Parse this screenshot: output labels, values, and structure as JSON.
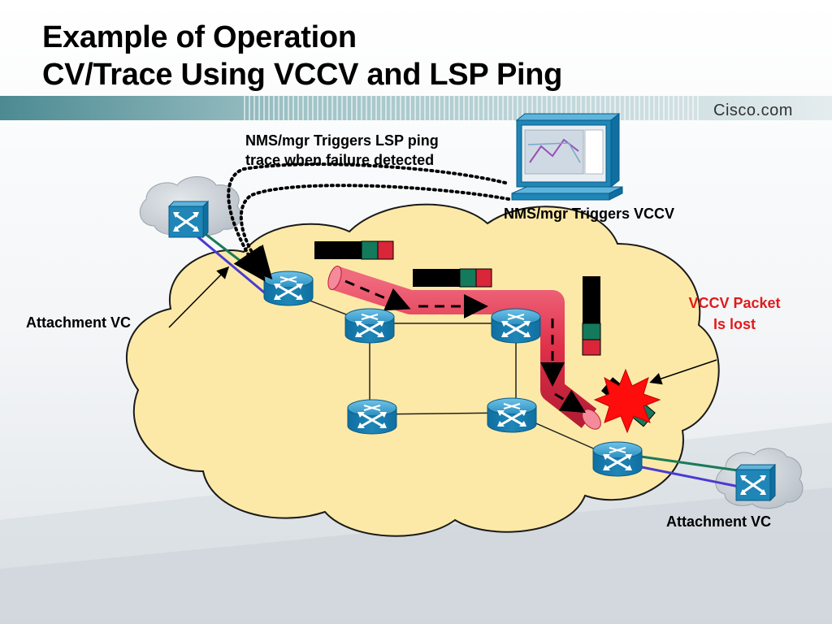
{
  "slide": {
    "title_line1": "Example of Operation",
    "title_line2": "CV/Trace Using VCCV and LSP Ping",
    "brand": "Cisco.com"
  },
  "labels": {
    "nms_lsp_ping_line1": "NMS/mgr Triggers LSP ping",
    "nms_lsp_ping_line2": "trace when failure detected",
    "nms_vccv": "NMS/mgr Triggers VCCV",
    "attachment_vc_left": "Attachment VC",
    "attachment_vc_right": "Attachment VC",
    "packet_lost_line1": "VCCV Packet",
    "packet_lost_line2": "Is lost"
  },
  "colors": {
    "cloud_core": "#fde9a7",
    "cloud_edge": "#cfd6dd",
    "router_blue": "#1f86b7",
    "lsp_tunnel": "#e0304a",
    "packet_green": "#147a5c",
    "packet_red": "#d92638",
    "lost_text": "#e01b1b",
    "attach_green": "#1b7a5a",
    "attach_purple": "#4a3bd0"
  },
  "icons": [
    "router-icon",
    "switch-icon",
    "nms-computer-icon",
    "explosion-icon",
    "cloud"
  ]
}
